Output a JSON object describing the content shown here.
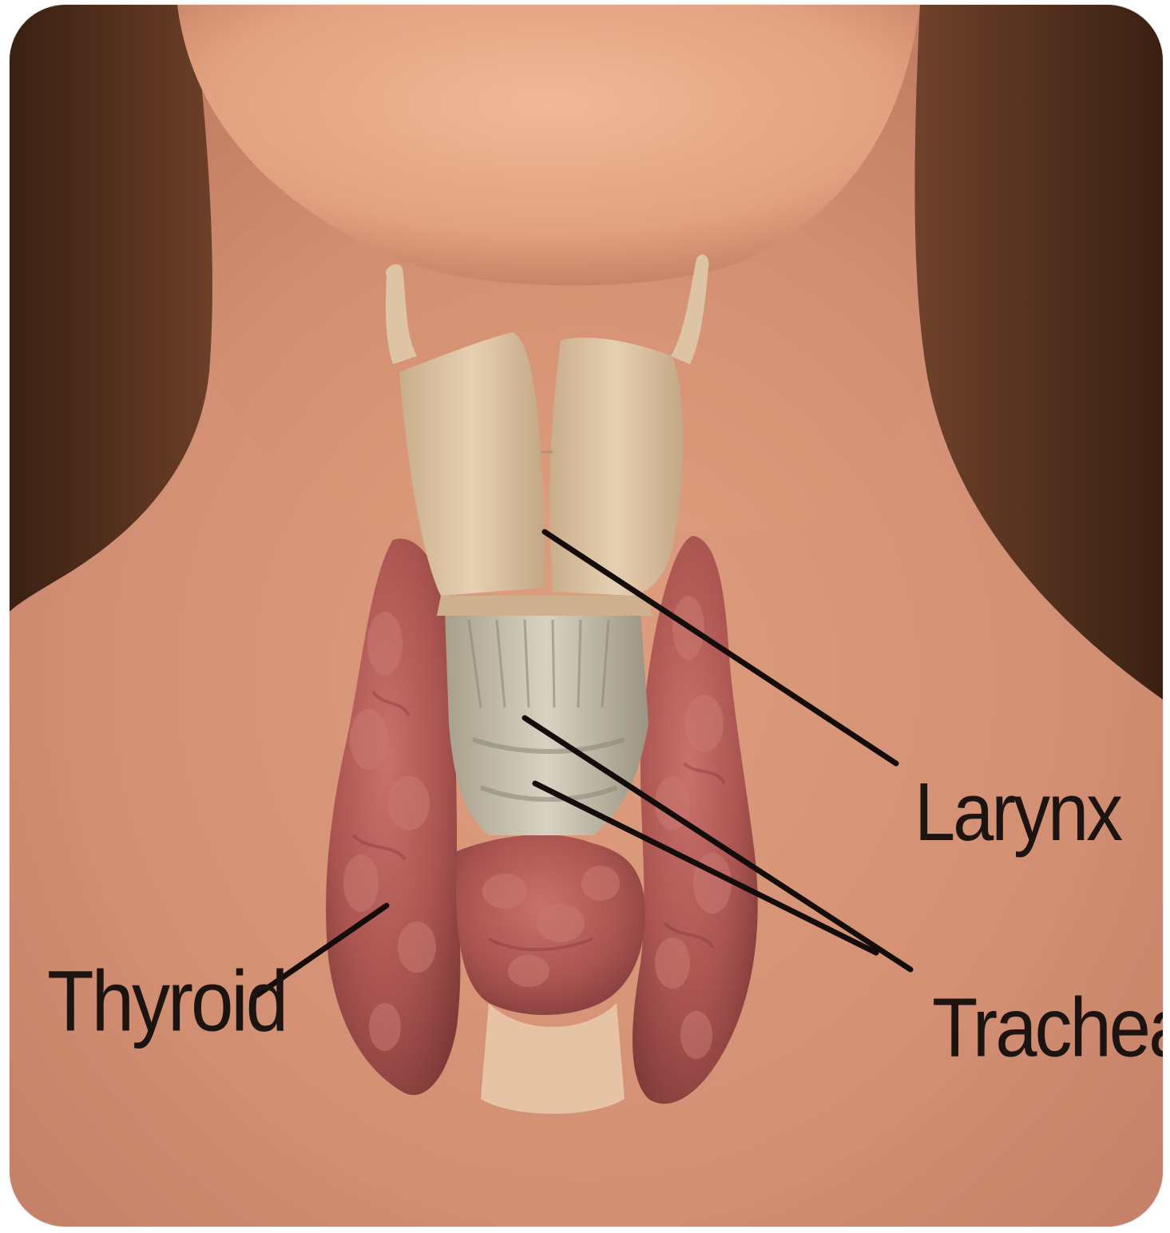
{
  "diagram": {
    "labels": {
      "larynx": "Larynx",
      "trachea": "Trachea",
      "thyroid": "Thyroid"
    }
  },
  "colors": {
    "skin": "#cf8a6c",
    "hair": "#4a2a1a",
    "cartilage": "#dcc3a2",
    "thyroid_tissue": "#b35a56",
    "leader_line": "#140c0a"
  }
}
